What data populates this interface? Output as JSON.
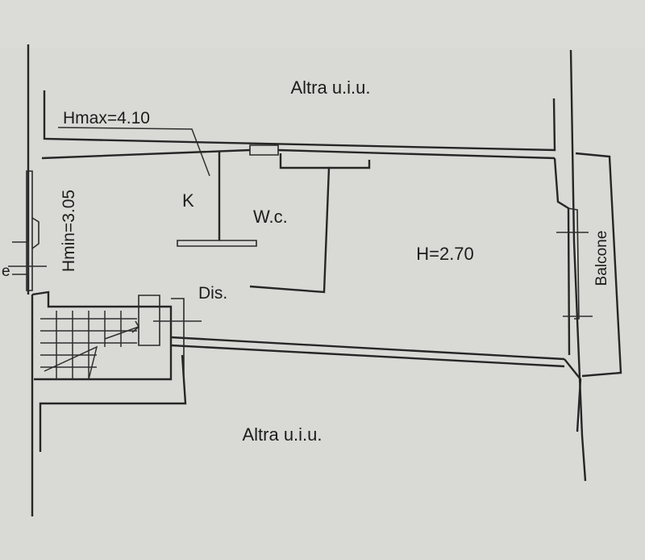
{
  "labels": {
    "top_unit": "Altra u.i.u.",
    "bottom_unit": "Altra u.i.u.",
    "hmax": "Hmax=4.10",
    "hmin": "Hmin=3.05",
    "kitchen": "K",
    "wc": "W.c.",
    "dis": "Dis.",
    "room_height": "H=2.70",
    "balcone": "Balcone",
    "edge_fragment": "e"
  },
  "colors": {
    "paper": "#d9d9d6",
    "ink": "#262626"
  }
}
